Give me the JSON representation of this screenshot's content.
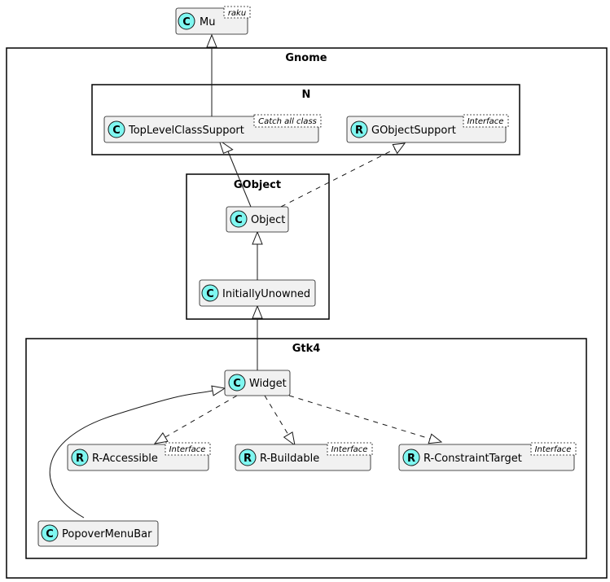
{
  "packages": {
    "gnome": {
      "title": "Gnome"
    },
    "n": {
      "title": "N"
    },
    "gobject": {
      "title": "GObject"
    },
    "gtk4": {
      "title": "Gtk4"
    }
  },
  "classes": {
    "mu": {
      "badge": "C",
      "name": "Mu",
      "stereotype": "raku"
    },
    "toplevel": {
      "badge": "C",
      "name": "TopLevelClassSupport",
      "stereotype": "Catch all class"
    },
    "gobjectsupport": {
      "badge": "R",
      "name": "GObjectSupport",
      "stereotype": "Interface"
    },
    "object": {
      "badge": "C",
      "name": "Object"
    },
    "initiallyunowned": {
      "badge": "C",
      "name": "InitiallyUnowned"
    },
    "widget": {
      "badge": "C",
      "name": "Widget"
    },
    "raccessible": {
      "badge": "R",
      "name": "R-Accessible",
      "stereotype": "Interface"
    },
    "rbuildable": {
      "badge": "R",
      "name": "R-Buildable",
      "stereotype": "Interface"
    },
    "rconstrainttarget": {
      "badge": "R",
      "name": "R-ConstraintTarget",
      "stereotype": "Interface"
    },
    "popovermenubar": {
      "badge": "C",
      "name": "PopoverMenuBar"
    }
  },
  "colors": {
    "badge_fill": "#7ff7f1",
    "class_fill": "#f1f1f1",
    "stroke": "#181818"
  }
}
